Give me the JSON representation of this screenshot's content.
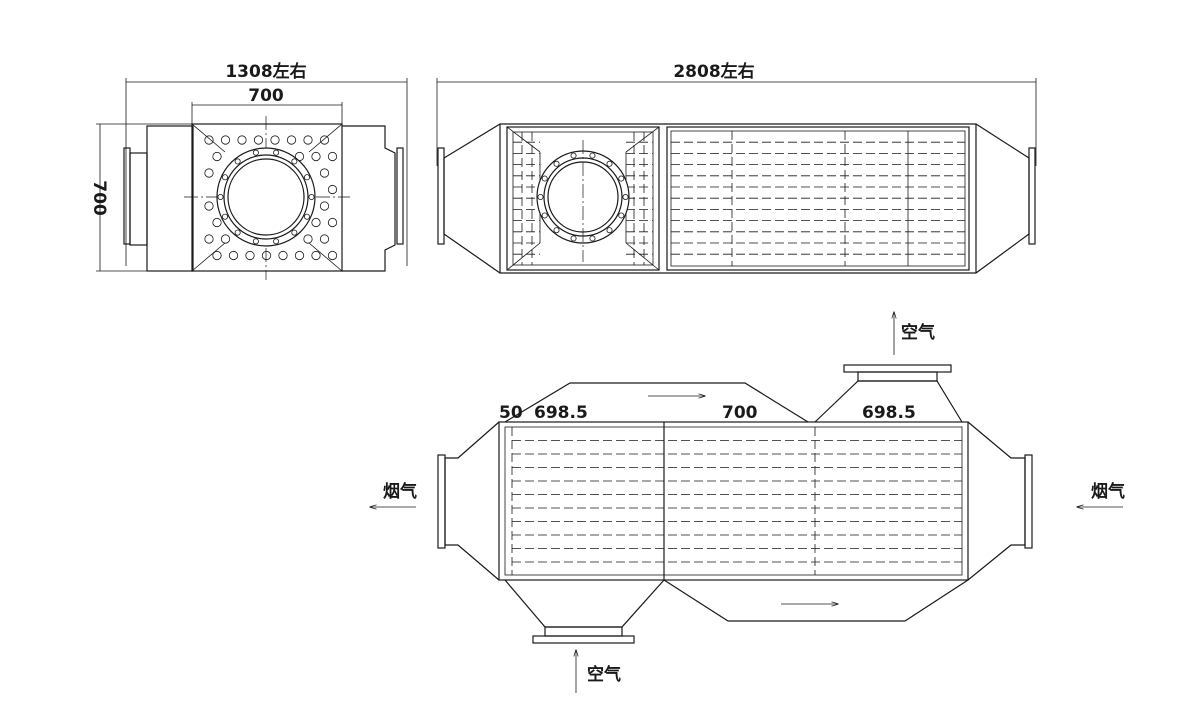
{
  "dimensions": {
    "top_overall_width": "1308左右",
    "top_inner_width": "700",
    "top_height": "700",
    "side_overall_length": "2808左右",
    "section_gap": "50",
    "section_1": "698.5",
    "section_2": "700",
    "section_3": "698.5"
  },
  "labels": {
    "air_top": "空气",
    "air_bottom": "空气",
    "flue_gas_left": "烟气",
    "flue_gas_right": "烟气"
  }
}
